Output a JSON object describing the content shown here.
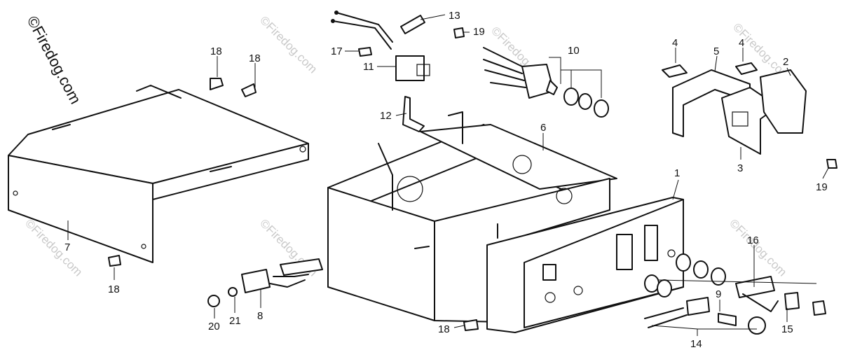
{
  "watermark": {
    "corner_text": "©Firedog.com",
    "faded_text": "©Firedog.com"
  },
  "labels": [
    "1",
    "2",
    "3",
    "4",
    "4",
    "5",
    "6",
    "7",
    "8",
    "9",
    "10",
    "11",
    "12",
    "13",
    "14",
    "15",
    "16",
    "17",
    "18",
    "18",
    "18",
    "18",
    "19",
    "19",
    "20",
    "21"
  ]
}
